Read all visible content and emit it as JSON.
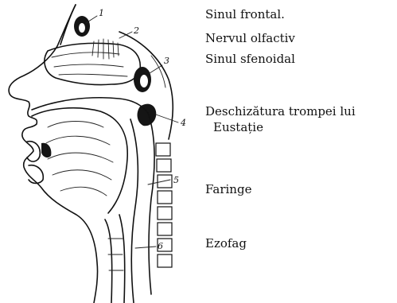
{
  "labels": [
    {
      "number": "1",
      "text": "Sinul frontal."
    },
    {
      "number": "2",
      "text": "Nervul olfactiv"
    },
    {
      "number": "3",
      "text": "Sinul sfenoidal"
    },
    {
      "number": "4",
      "text": "Deschizătura trompei lui",
      "text_line2": "Eustație"
    },
    {
      "number": "5",
      "text": "Faringe"
    },
    {
      "number": "6",
      "text": "Ezofag"
    }
  ]
}
